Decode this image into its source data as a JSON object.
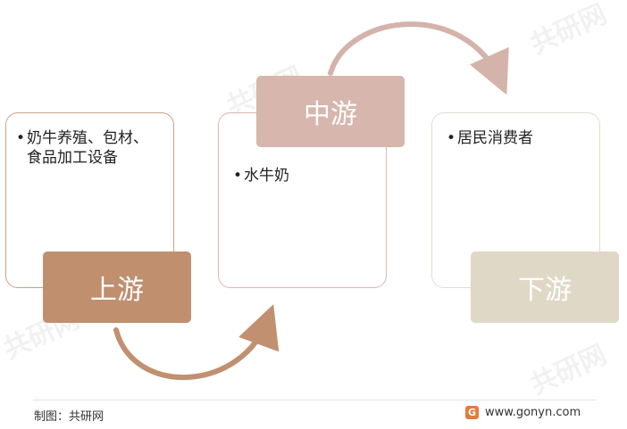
{
  "watermark": "共研网",
  "stages": {
    "up": {
      "label": "上游",
      "items": [
        "奶牛养殖、包材、食品加工设备"
      ]
    },
    "mid": {
      "label": "中游",
      "items": [
        "水牛奶"
      ]
    },
    "down": {
      "label": "下游",
      "items": [
        "居民消费者"
      ]
    }
  },
  "footer": {
    "source": "制图：共研网",
    "url": "www.gonyn.com",
    "logo_glyph": "G"
  },
  "colors": {
    "upstream": "#bf8f6e",
    "midstream": "#d6b6ad",
    "downstream": "#e0d8c6",
    "arrow_lower": "#c09070",
    "arrow_upper": "#d4b3ab",
    "logo": "#e67a3c"
  },
  "icons": {
    "flow_arrow_1": "curved-arrow-up-right",
    "flow_arrow_2": "curved-arrow-down-right",
    "logo": "gonyn-logo-icon"
  }
}
